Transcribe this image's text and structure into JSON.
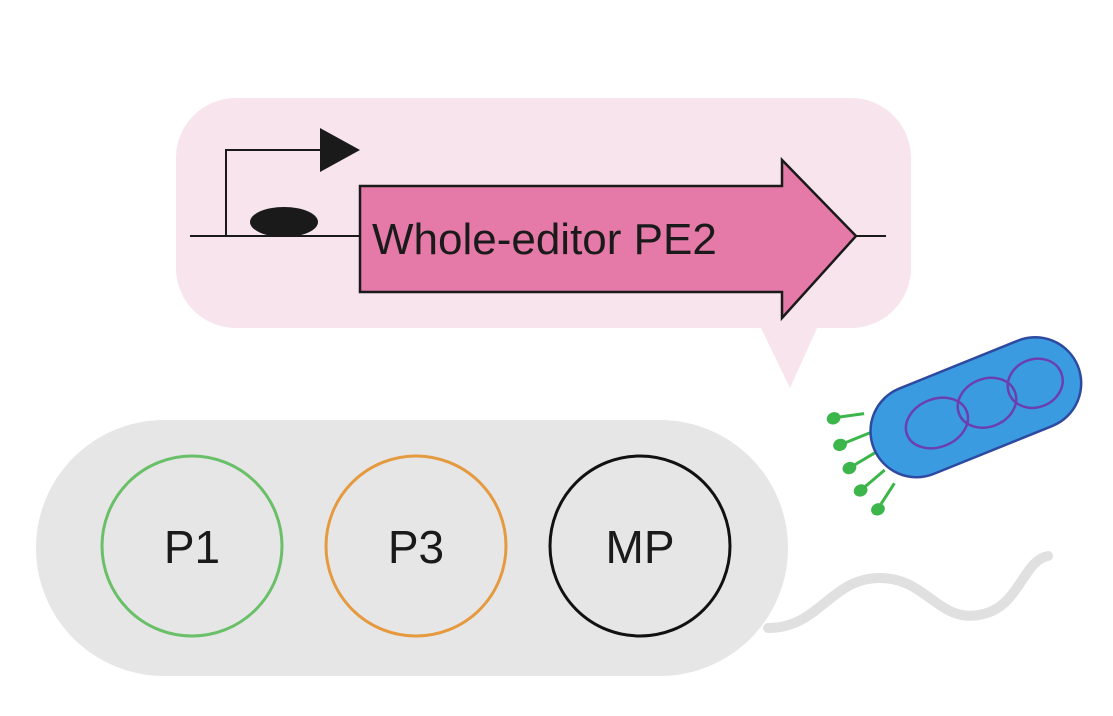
{
  "construct": {
    "gene_label": "Whole-editor PE2",
    "bubble_color": "#f8e4ec",
    "arrow_fill": "#e57aa8",
    "line_color": "#1a1a1a"
  },
  "phage": {
    "body_color": "#e6e6e6",
    "tail_color": "#e0e0e0",
    "plasmids": [
      {
        "label": "P1",
        "stroke": "#6abf69"
      },
      {
        "label": "P3",
        "stroke": "#e59a3f"
      },
      {
        "label": "MP",
        "stroke": "#111111"
      }
    ]
  },
  "bacterium": {
    "body_color": "#3b9be0",
    "outline_color": "#2e4aa0",
    "nucleoid_color": "#6b3fb0",
    "pili_color": "#3cb54a",
    "icon": "bacterium-icon"
  }
}
